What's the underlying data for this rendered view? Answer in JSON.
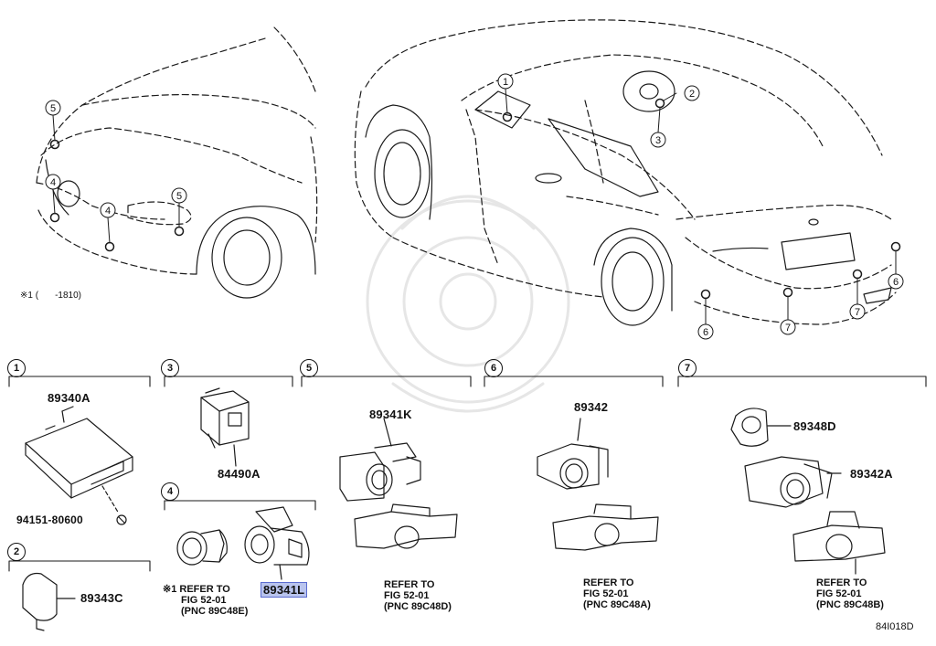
{
  "diagram_code": "84I018D",
  "footnote": {
    "mark": "※1 (",
    "range": "-1810)"
  },
  "callouts": {
    "front": [
      "5",
      "4",
      "4",
      "5"
    ],
    "cabin": [
      "1",
      "2",
      "3"
    ],
    "rear": [
      "6",
      "7",
      "7",
      "6"
    ]
  },
  "groups": [
    {
      "num": "1"
    },
    {
      "num": "2"
    },
    {
      "num": "3"
    },
    {
      "num": "4"
    },
    {
      "num": "5"
    },
    {
      "num": "6"
    },
    {
      "num": "7"
    }
  ],
  "parts": {
    "p89340A": "89340A",
    "p94151": "94151-80600",
    "p89343C": "89343C",
    "p84490A": "84490A",
    "p89341L": "89341L",
    "p89341K": "89341K",
    "p89342": "89342",
    "p89348D": "89348D",
    "p89342A": "89342A"
  },
  "refs": {
    "g4": {
      "mark": "※1",
      "l1": "REFER TO",
      "l2": "FIG 52-01",
      "l3": "(PNC 89C48E)"
    },
    "g5": {
      "l1": "REFER TO",
      "l2": "FIG 52-01",
      "l3": "(PNC 89C48D)"
    },
    "g6": {
      "l1": "REFER TO",
      "l2": "FIG 52-01",
      "l3": "(PNC 89C48A)"
    },
    "g7": {
      "l1": "REFER TO",
      "l2": "FIG 52-01",
      "l3": "(PNC 89C48B)"
    }
  },
  "colors": {
    "line": "#1a1a1a",
    "highlight": "#b9c4ee",
    "watermark": "#e6e6e6"
  }
}
